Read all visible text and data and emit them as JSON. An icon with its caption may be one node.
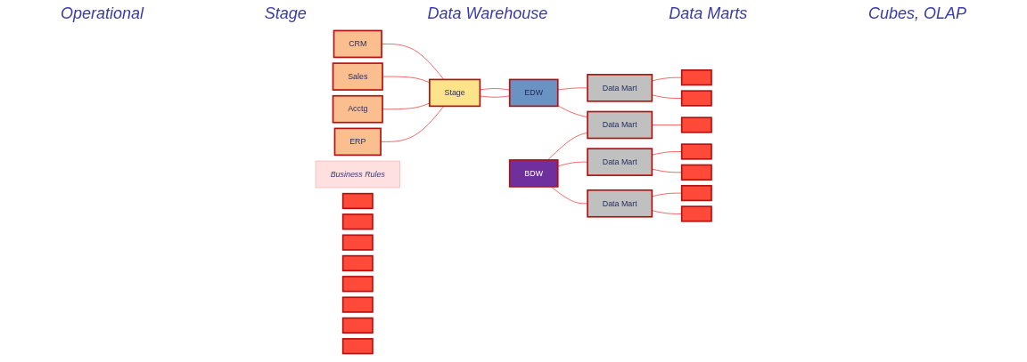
{
  "diagram": {
    "nodes": [
      {
        "text": [
          "ERP"
        ]
      },
      {
        "text": [
          "Acctg"
        ]
      },
      {
        "text": [
          "Sales"
        ]
      },
      {
        "text": [
          "CRM"
        ]
      },
      {
        "text": [
          "Stage"
        ]
      },
      {
        "text": [
          "Business Rules"
        ]
      },
      {
        "text": [
          "EDW"
        ]
      },
      {
        "text": [
          "BDW"
        ]
      },
      {
        "text": [
          "Data Mart"
        ]
      },
      {
        "text": [
          "Data Mart"
        ]
      },
      {
        "text": [
          "Data Mart"
        ]
      },
      {
        "text": [
          "Data Mart"
        ]
      },
      {
        "text": [],
        "shape": "box"
      },
      {
        "text": [],
        "shape": "box"
      },
      {
        "text": [],
        "shape": "box"
      },
      {
        "text": [],
        "shape": "box"
      },
      {
        "text": [],
        "shape": "box"
      },
      {
        "text": [],
        "shape": "box"
      },
      {
        "text": [],
        "shape": "box"
      },
      {
        "text": [],
        "shape": "box"
      },
      {
        "text": [],
        "shape": "box"
      },
      {
        "text": [],
        "shape": "box"
      },
      {
        "text": [],
        "shape": "box"
      },
      {
        "text": [],
        "shape": "box"
      },
      {
        "text": [],
        "shape": "box"
      },
      {
        "text": [],
        "shape": "box"
      },
      {
        "text": [],
        "shape": "box"
      }
    ],
    "edges": [
      {
        "from": 0,
        "to": 4,
        "arrow": "none"
      },
      {
        "from": 1,
        "to": 4,
        "arrow": "none"
      },
      {
        "from": 2,
        "to": 4,
        "arrow": "none"
      },
      {
        "from": 3,
        "to": 4,
        "arrow": "none"
      },
      {
        "from": 4,
        "to": 6,
        "arrow": "none"
      },
      {
        "from": 4,
        "to": 6,
        "arrow": "none"
      },
      {
        "from": 7,
        "to": 8,
        "arrow": "none"
      },
      {
        "from": 7,
        "to": 9,
        "arrow": "none"
      },
      {
        "from": 7,
        "to": 10,
        "arrow": "none"
      },
      {
        "from": 6,
        "to": 10,
        "arrow": "none"
      },
      {
        "from": 6,
        "to": 11,
        "arrow": "none"
      },
      {
        "from": 8,
        "to": 12,
        "arrow": "none"
      },
      {
        "from": 8,
        "to": 13,
        "arrow": "none"
      },
      {
        "from": 9,
        "to": 14,
        "arrow": "none"
      },
      {
        "from": 9,
        "to": 15,
        "arrow": "none"
      },
      {
        "from": 10,
        "to": 16,
        "arrow": "none"
      },
      {
        "from": 11,
        "to": 17,
        "arrow": "none"
      },
      {
        "from": 11,
        "to": 18,
        "arrow": "none"
      }
    ],
    "labels": [
      "Operational",
      "Stage",
      "Data Warehouse",
      "Data Marts",
      "Cubes, OLAP"
    ]
  }
}
